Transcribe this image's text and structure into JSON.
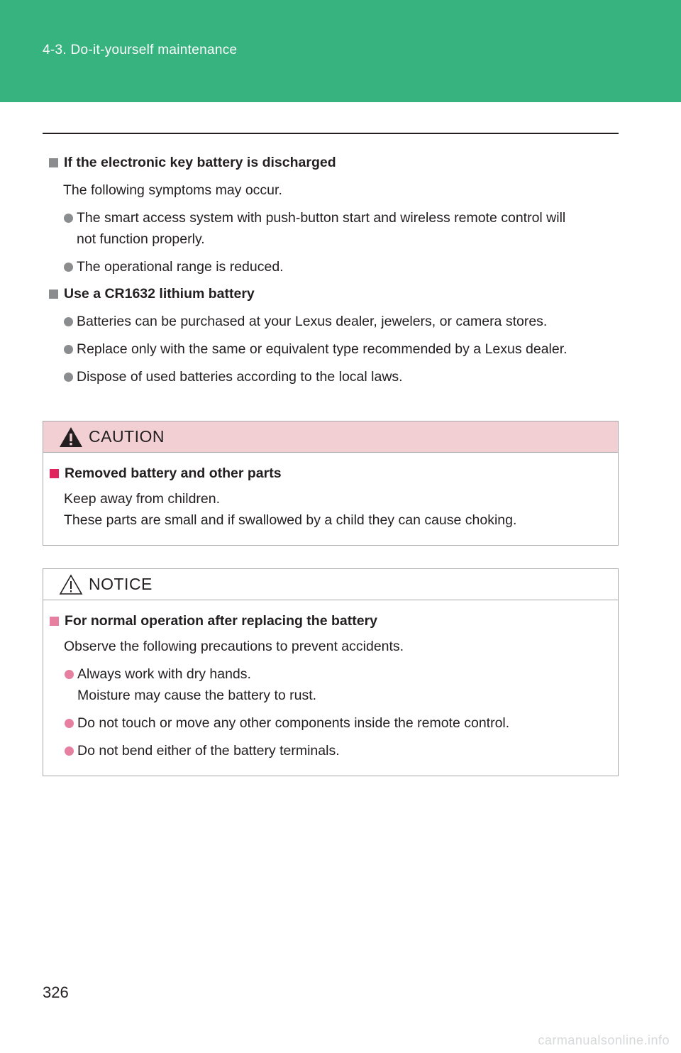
{
  "header": {
    "title": "4-3. Do-it-yourself maintenance"
  },
  "sections": [
    {
      "title": "If the electronic key battery is discharged",
      "intro": "The following symptoms may occur.",
      "bullets": [
        [
          "The smart access system with push-button start and wireless remote control will",
          "not function properly."
        ],
        [
          "The operational range is reduced."
        ]
      ]
    },
    {
      "title": "Use a CR1632 lithium battery",
      "bullets": [
        [
          "Batteries can be purchased at your Lexus dealer, jewelers, or camera stores."
        ],
        [
          "Replace only with the same or equivalent type recommended by a Lexus dealer."
        ],
        [
          "Dispose of used batteries according to the local laws."
        ]
      ]
    }
  ],
  "caution": {
    "label": "CAUTION",
    "title": "Removed battery and other parts",
    "lines": [
      "Keep away from children.",
      "These parts are small and if swallowed by a child they can cause choking."
    ]
  },
  "notice": {
    "label": "NOTICE",
    "title": "For normal operation after replacing the battery",
    "intro": "Observe the following precautions to prevent accidents.",
    "bullets": [
      [
        "Always work with dry hands.",
        "Moisture may cause the battery to rust."
      ],
      [
        "Do not touch or move any other components inside the remote control."
      ],
      [
        "Do not bend either of the battery terminals."
      ]
    ]
  },
  "page_number": "326",
  "watermark": "carmanualsonline.info",
  "colors": {
    "header_bg": "#36b37e",
    "caution_head_bg": "#f2cfd2",
    "caution_accent": "#e0245e",
    "notice_accent": "#e67fa0",
    "bullet_gray": "#8a8c8e"
  }
}
